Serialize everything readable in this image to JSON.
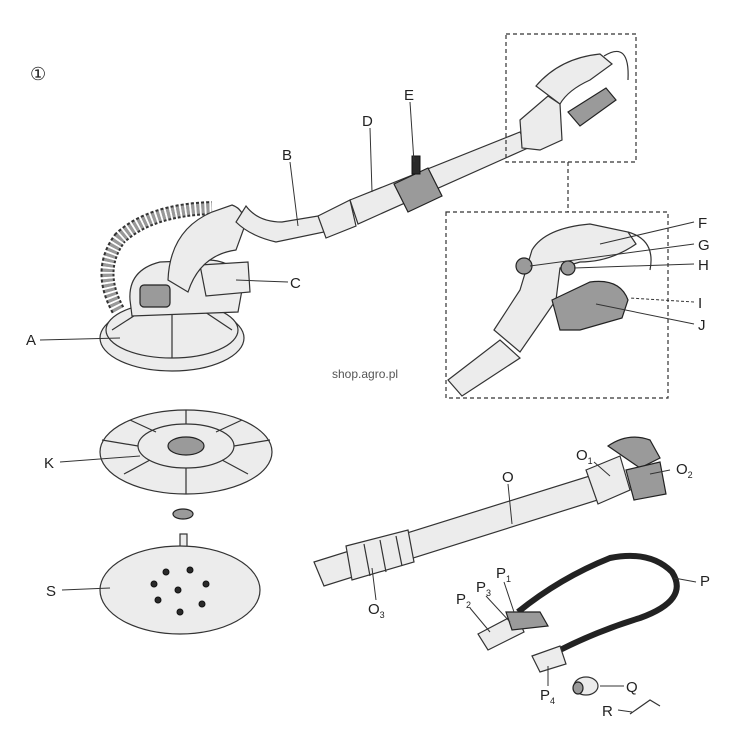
{
  "figure": {
    "number": "①"
  },
  "watermark": "shop.agro.pl",
  "labels": {
    "A": "A",
    "B": "B",
    "C": "C",
    "D": "D",
    "E": "E",
    "F": "F",
    "G": "G",
    "H": "H",
    "I": "I",
    "J": "J",
    "K": "K",
    "S": "S",
    "O": "O",
    "P": "P",
    "Q": "Q",
    "R": "R",
    "O1": "O",
    "O1_sub": "1",
    "O2": "O",
    "O2_sub": "2",
    "O3": "O",
    "O3_sub": "3",
    "P1": "P",
    "P1_sub": "1",
    "P2": "P",
    "P2_sub": "2",
    "P3": "P",
    "P3_sub": "3",
    "P4": "P",
    "P4_sub": "4"
  }
}
